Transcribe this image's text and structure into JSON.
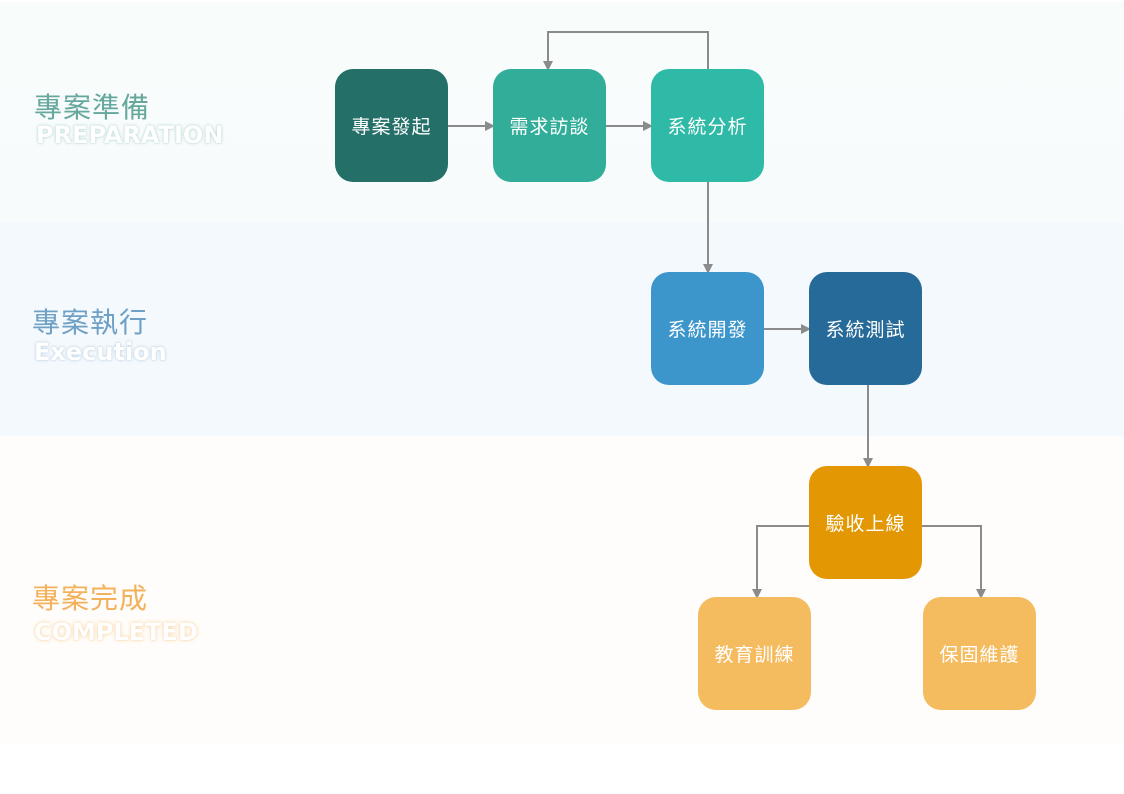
{
  "phases": {
    "preparation": {
      "title": "專案準備",
      "subtitle": "PREPARATION"
    },
    "execution": {
      "title": "專案執行",
      "subtitle": "Execution"
    },
    "completed": {
      "title": "專案完成",
      "subtitle": "COMPLETED"
    }
  },
  "nodes": {
    "project_start": {
      "label": "專案發起",
      "color": "#246f68"
    },
    "requirements_interview": {
      "label": "需求訪談",
      "color": "#31ad9a"
    },
    "system_analysis": {
      "label": "系統分析",
      "color": "#2fbaa7"
    },
    "system_development": {
      "label": "系統開發",
      "color": "#3c95cb"
    },
    "system_testing": {
      "label": "系統測試",
      "color": "#256a98"
    },
    "acceptance_launch": {
      "label": "驗收上線",
      "color": "#e39703"
    },
    "education_training": {
      "label": "教育訓練",
      "color": "#f5bb5f"
    },
    "maintenance": {
      "label": "保固維護",
      "color": "#f5bb5f"
    }
  },
  "connector_color": "#8b8b8b"
}
